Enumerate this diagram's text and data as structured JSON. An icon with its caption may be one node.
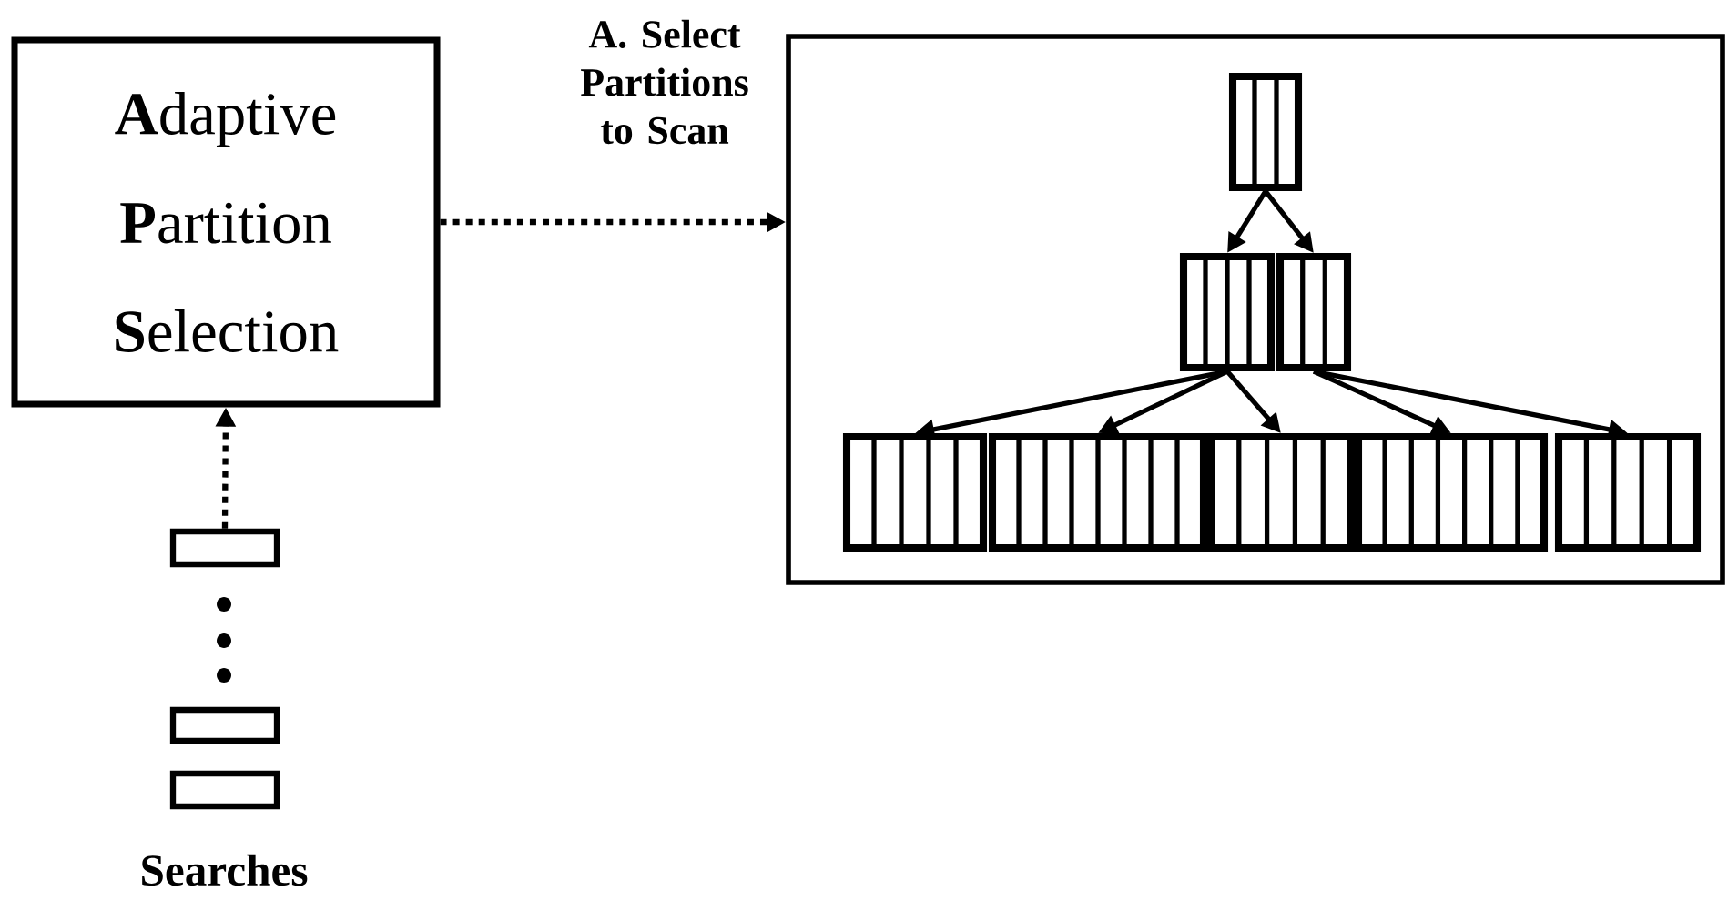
{
  "diagram": {
    "nodes": [
      {
        "text": [
          "**A**daptive **P**artition **S**election"
        ]
      },
      {
        "text": [],
        "shape": "box"
      },
      {
        "text": [],
        "shape": "box",
        "in": 1
      },
      {
        "text": [],
        "shape": "box",
        "in": 1
      },
      {
        "text": [],
        "shape": "box",
        "in": 1
      },
      {
        "text": [],
        "shape": "box",
        "in": 1
      },
      {
        "text": [],
        "shape": "box",
        "in": 1
      },
      {
        "text": [],
        "shape": "box",
        "in": 1
      },
      {
        "text": [],
        "shape": "box",
        "in": 1
      },
      {
        "text": [],
        "shape": "box",
        "in": 1
      },
      {
        "text": [],
        "shape": "box"
      },
      {
        "text": [],
        "shape": "box"
      },
      {
        "text": [],
        "shape": "box"
      }
    ],
    "edges": [
      {
        "from": 0,
        "to": 1,
        "arrow": "to",
        "style": "dashed",
        "label": "A. Select Partitions to Scan"
      },
      {
        "from": 10,
        "to": 0,
        "arrow": "to",
        "style": "dashed"
      },
      {
        "from": 2,
        "to": 3,
        "arrow": "to"
      },
      {
        "from": 2,
        "to": 4,
        "arrow": "to"
      },
      {
        "from": 3,
        "to": 5,
        "arrow": "to"
      },
      {
        "from": 3,
        "to": 6,
        "arrow": "to"
      },
      {
        "from": 3,
        "to": 7,
        "arrow": "to"
      },
      {
        "from": 4,
        "to": 8,
        "arrow": "to"
      },
      {
        "from": 4,
        "to": 9,
        "arrow": "to"
      }
    ],
    "labels": [
      "Searches"
    ]
  }
}
